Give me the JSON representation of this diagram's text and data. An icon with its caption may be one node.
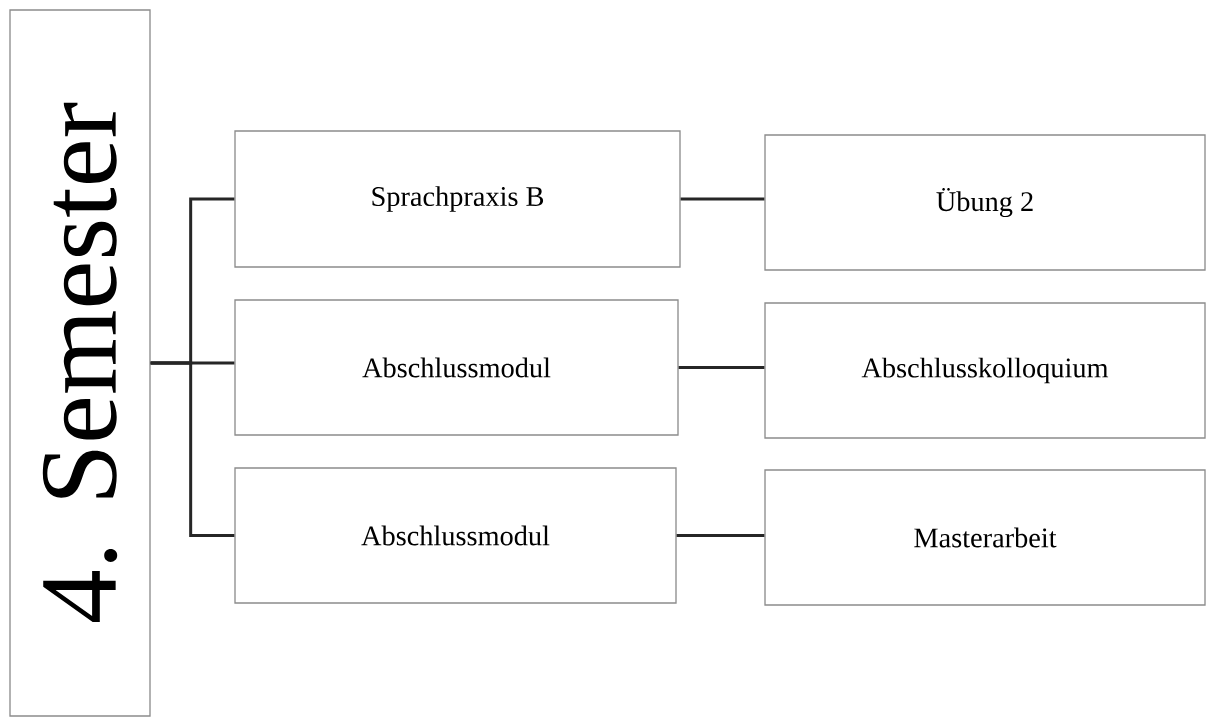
{
  "diagram": {
    "nodes": [
      {
        "text": [
          "4. Semester"
        ]
      },
      {
        "text": [
          "Sprachpraxis B"
        ]
      },
      {
        "text": [
          "Abschlussmodul"
        ]
      },
      {
        "text": [
          "Abschlussmodul"
        ]
      },
      {
        "text": [
          "Übung 2"
        ]
      },
      {
        "text": [
          "Abschlusskolloquium"
        ]
      },
      {
        "text": [
          "Masterarbeit"
        ]
      }
    ],
    "edges": [
      {
        "from": 0,
        "to": 1,
        "arrow": "none"
      },
      {
        "from": 0,
        "to": 2,
        "arrow": "none"
      },
      {
        "from": 0,
        "to": 3,
        "arrow": "none"
      },
      {
        "from": 1,
        "to": 4,
        "arrow": "none"
      },
      {
        "from": 2,
        "to": 5,
        "arrow": "none"
      },
      {
        "from": 3,
        "to": 6,
        "arrow": "none"
      }
    ]
  }
}
